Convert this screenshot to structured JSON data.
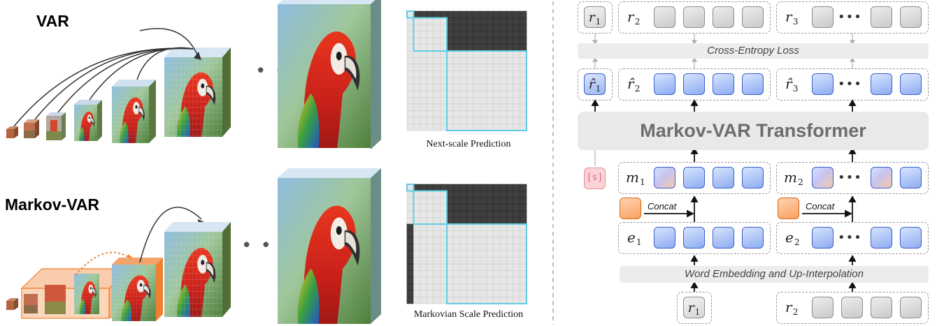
{
  "left": {
    "var_title": "VAR",
    "markov_title": "Markov-VAR",
    "top_caption": "Next-scale Prediction",
    "bottom_caption": "Markovian Scale Prediction",
    "ellipsis": "• • •"
  },
  "right": {
    "cross_entropy_label": "Cross-Entropy Loss",
    "transformer_label": "Markov-VAR Transformer",
    "embedding_label": "Word Embedding and Up-Interpolation",
    "concat_label": "Concat",
    "start_token": "[s]",
    "ellipsis": "•••",
    "row_targets": {
      "r1": "r",
      "r1_sub": "1",
      "r2": "r",
      "r2_sub": "2",
      "r3": "r",
      "r3_sub": "3"
    },
    "row_preds": {
      "p1_sub": "1",
      "p2_sub": "2",
      "p3_sub": "3"
    },
    "row_m": {
      "m1": "m",
      "m1_sub": "1",
      "m2": "m",
      "m2_sub": "2"
    },
    "row_e": {
      "e1": "e",
      "e1_sub": "1",
      "e2": "e",
      "e2_sub": "2"
    },
    "row_inputs": {
      "r1": "r",
      "r1_sub": "1",
      "r2": "r",
      "r2_sub": "2"
    }
  },
  "colors": {
    "cyan": "#5fcde4",
    "orange": "#f07f2e",
    "token_blue": "#8cabf0",
    "token_gray": "#c9c9c9",
    "start_pink": "#fbd3d7"
  }
}
